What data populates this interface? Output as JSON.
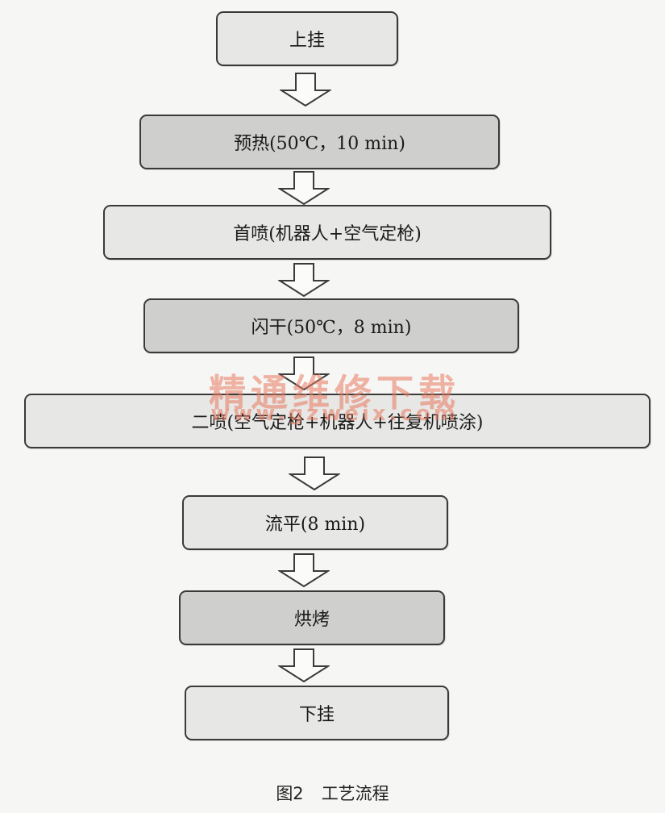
{
  "flowchart": {
    "steps": [
      {
        "label": "上挂"
      },
      {
        "label": "预热(50℃，10 min)"
      },
      {
        "label": "首喷(机器人+空气定枪)"
      },
      {
        "label": "闪干(50℃，8 min)"
      },
      {
        "label": "二喷(空气定枪+机器人+往复机喷涂)"
      },
      {
        "label": "流平(8 min)"
      },
      {
        "label": "烘烤"
      },
      {
        "label": "下挂"
      }
    ]
  },
  "watermark": {
    "main": "精通维修下载",
    "sub": "www.gzweix.com"
  },
  "caption": {
    "number": "图2",
    "title": "工艺流程"
  }
}
